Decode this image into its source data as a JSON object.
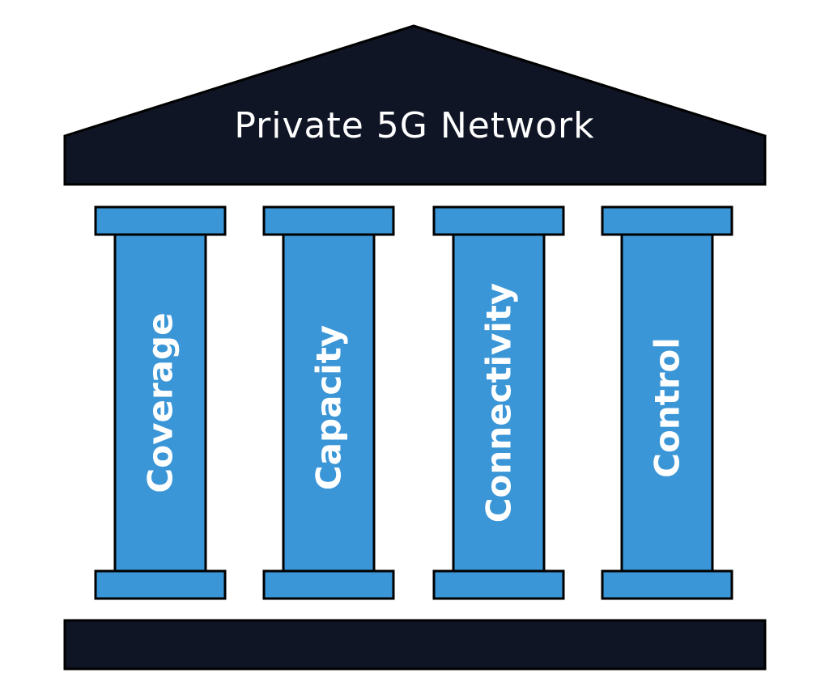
{
  "title": "Private 5G Network",
  "pillars": [
    {
      "label": "Coverage"
    },
    {
      "label": "Capacity"
    },
    {
      "label": "Connectivity"
    },
    {
      "label": "Control"
    }
  ],
  "colors": {
    "dark": "#0f1524",
    "pillar": "#3a96d6",
    "outline": "#000000",
    "text": "#ffffff"
  }
}
